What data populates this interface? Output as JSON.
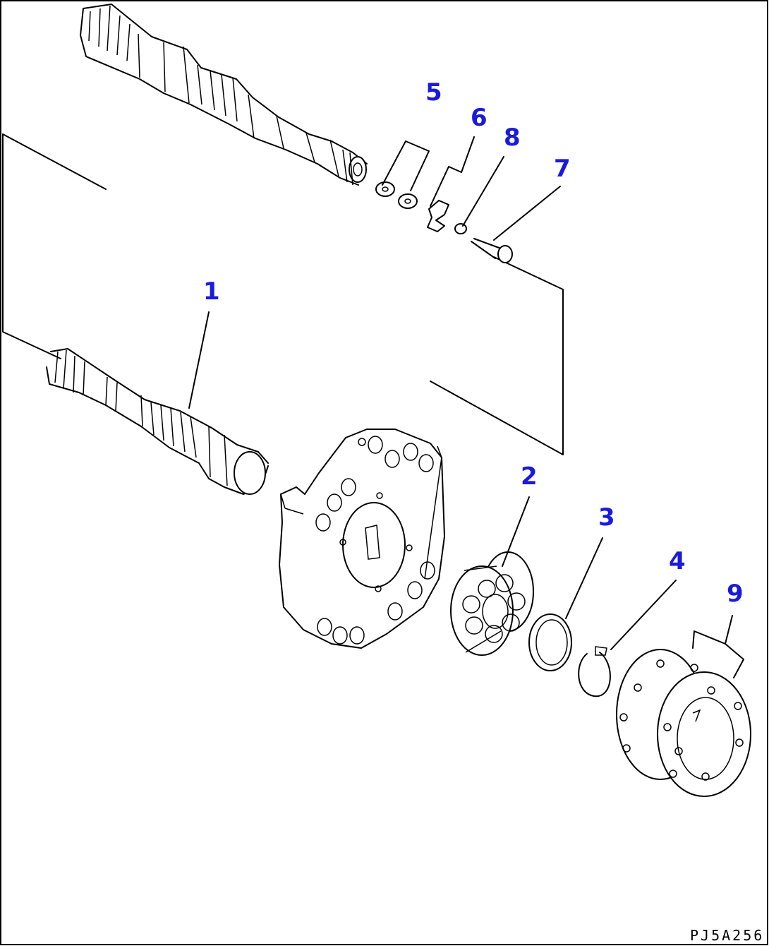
{
  "callouts": [
    {
      "id": "1",
      "label": "1"
    },
    {
      "id": "2",
      "label": "2"
    },
    {
      "id": "3",
      "label": "3"
    },
    {
      "id": "4",
      "label": "4"
    },
    {
      "id": "5",
      "label": "5"
    },
    {
      "id": "6",
      "label": "6"
    },
    {
      "id": "7",
      "label": "7"
    },
    {
      "id": "8",
      "label": "8"
    },
    {
      "id": "9",
      "label": "9"
    }
  ],
  "drawing_code": "PJ5A256",
  "colors": {
    "callout": "#1a1adb",
    "line": "#000000",
    "background": "#ffffff"
  }
}
